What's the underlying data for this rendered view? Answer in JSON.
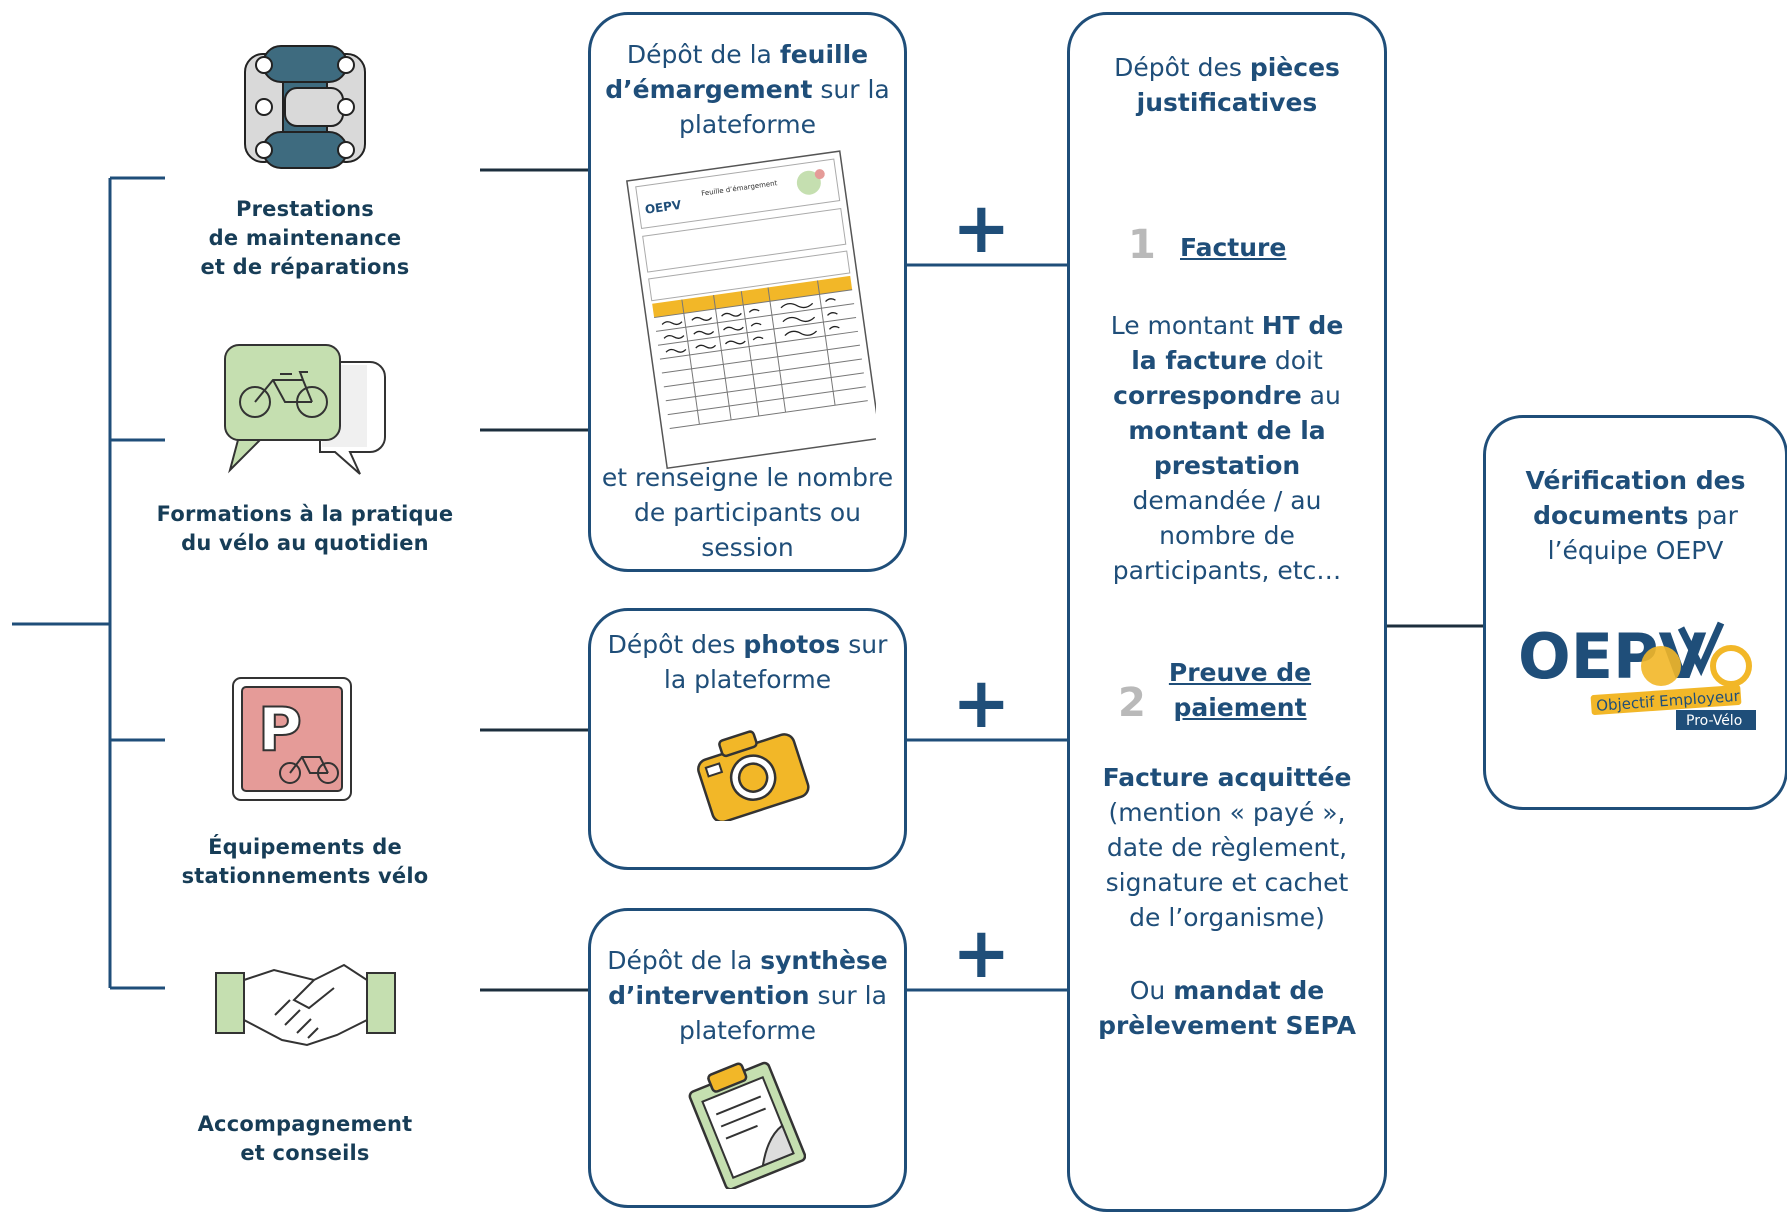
{
  "categories": [
    {
      "line1": "Prestations",
      "line2": "de maintenance",
      "line3": "et de réparations"
    },
    {
      "line1": "Formations à la pratique",
      "line2": "du vélo au quotidien"
    },
    {
      "line1": "Équipements de",
      "line2": "stationnements vélo"
    },
    {
      "line1": "Accompagnement",
      "line2": "et conseils"
    }
  ],
  "box_emargement": {
    "t1": "Dépôt de la ",
    "b1": "feuille",
    "b2": "d’émargement",
    "t2": " sur la",
    "t3": "plateforme",
    "after1": "et renseigne le nombre",
    "after2": "de participants ou",
    "after3": "session"
  },
  "sheet": {
    "title": "Feuille d’émargement",
    "logo": "OEPV"
  },
  "box_photos": {
    "t1": "Dépôt des ",
    "b1": "photos",
    "t2": " sur",
    "t3": "la plateforme"
  },
  "box_synthese": {
    "t1": "Dépôt de la ",
    "b1": "synthèse",
    "b2": "d’intervention",
    "t2": " sur la",
    "t3": "plateforme"
  },
  "plus_sign": "+",
  "box_pieces": {
    "t1": "Dépôt des ",
    "b1": "pièces",
    "b2": "justificatives",
    "n1": "1",
    "facture": "Facture",
    "m1": "Le montant ",
    "m1b": "HT de",
    "m2b": "la facture",
    "m2": " doit",
    "m3b": "correspondre",
    "m3": " au",
    "m4b": "montant de la",
    "m5b": "prestation",
    "m6": "demandée / au",
    "m7": "nombre de",
    "m8": "participants, etc…",
    "n2": "2",
    "preuve1": "Preuve de",
    "preuve2": "paiement",
    "p1b": "Facture acquittée",
    "p2": "(mention « payé »,",
    "p3": "date de règlement,",
    "p4": "signature et cachet",
    "p5": "de l’organisme)",
    "o1": "Ou ",
    "o1b": "mandat de",
    "o2b": "prèlevement SEPA"
  },
  "box_verif": {
    "b1": "Vérification des",
    "b2": "documents",
    "t2": " par",
    "t3": "l’équipe OEPV",
    "logo": "OEPV",
    "tag1": "Objectif Employeur",
    "tag2": "Pro-Vélo"
  },
  "colors": {
    "navy": "#1f4e79",
    "teal": "#3e6b7f",
    "yellow": "#f2b728",
    "green": "#c5dfb0",
    "pink": "#e59b98"
  }
}
